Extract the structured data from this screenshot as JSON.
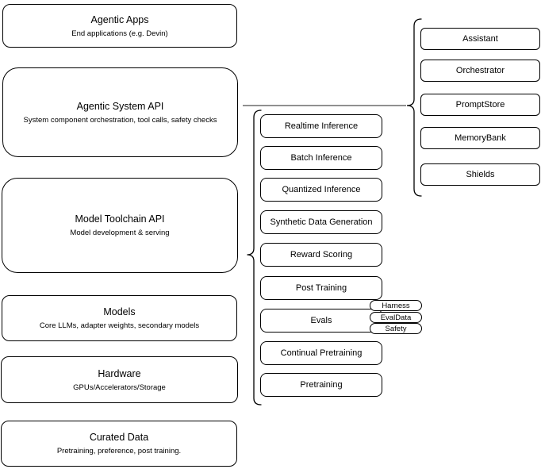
{
  "diagram": {
    "left_stack": [
      {
        "title": "Agentic Apps",
        "subtitle": "End applications (e.g. Devin)"
      },
      {
        "title": "Agentic System API",
        "subtitle": "System component orchestration, tool calls, safety checks"
      },
      {
        "title": "Model Toolchain API",
        "subtitle": "Model development & serving"
      },
      {
        "title": "Models",
        "subtitle": "Core LLMs, adapter weights, secondary models"
      },
      {
        "title": "Hardware",
        "subtitle": "GPUs/Accelerators/Storage"
      },
      {
        "title": "Curated Data",
        "subtitle": "Pretraining, preference, post training."
      }
    ],
    "toolchain_components": [
      "Realtime Inference",
      "Batch Inference",
      "Quantized Inference",
      "Synthetic Data Generation",
      "Reward Scoring",
      "Post Training",
      "Evals",
      "Continual Pretraining",
      "Pretraining"
    ],
    "eval_pills": [
      "Harness",
      "EvalData",
      "Safety"
    ],
    "system_components": [
      "Assistant",
      "Orchestrator",
      "PromptStore",
      "MemoryBank",
      "Shields"
    ],
    "colors": {
      "background": "#ffffff",
      "box_fill": "#ffffff",
      "box_stroke": "#000000",
      "connector_line": "#4d4d4d"
    }
  }
}
